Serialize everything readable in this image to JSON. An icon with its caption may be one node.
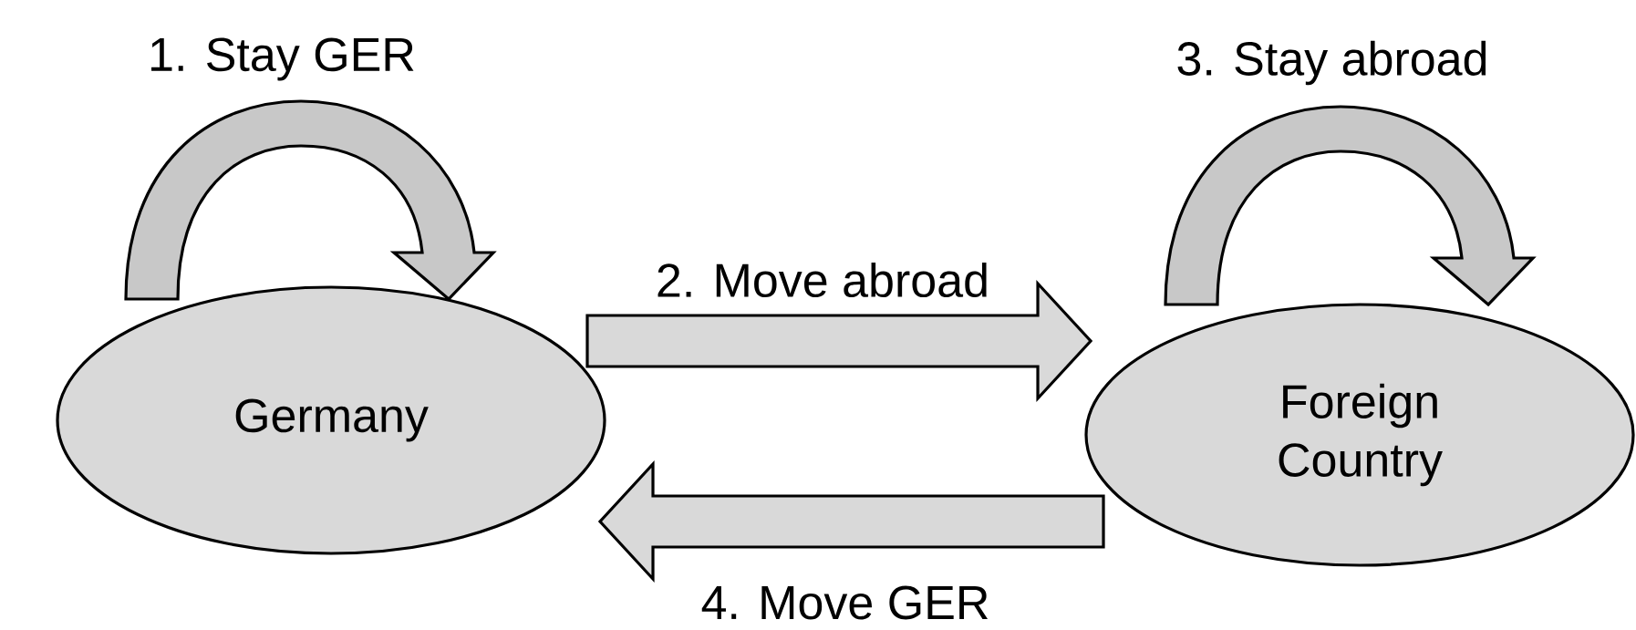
{
  "diagram": {
    "nodes": [
      {
        "text": [
          "Germany"
        ]
      },
      {
        "text": [
          "Foreign Country"
        ]
      }
    ],
    "edges": [
      {
        "from": 0,
        "to": 0,
        "arrow": "to",
        "label": "1. Stay GER"
      },
      {
        "from": 0,
        "to": 1,
        "arrow": "to",
        "label": "2. Move abroad"
      },
      {
        "from": 1,
        "to": 1,
        "arrow": "to",
        "label": "3. Stay abroad"
      },
      {
        "from": 1,
        "to": 0,
        "arrow": "to",
        "label": "4. Move GER"
      }
    ]
  }
}
